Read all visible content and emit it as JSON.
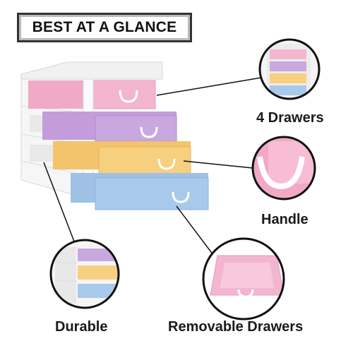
{
  "title": "BEST AT A GLANCE",
  "features": [
    {
      "label": "4 Drawers",
      "icon": "drawer-stack-icon"
    },
    {
      "label": "Handle",
      "icon": "drawer-handle-icon"
    },
    {
      "label": "Durable",
      "icon": "frame-closeup-icon"
    },
    {
      "label": "Removable Drawers",
      "icon": "single-drawer-icon"
    }
  ],
  "colors": {
    "pink": "#f4b6cf",
    "purple": "#c9a8e0",
    "yellow": "#f6cf7f",
    "blue": "#a9c9ea",
    "frame": "#f4f4f4",
    "callout_ring": "#111111"
  }
}
